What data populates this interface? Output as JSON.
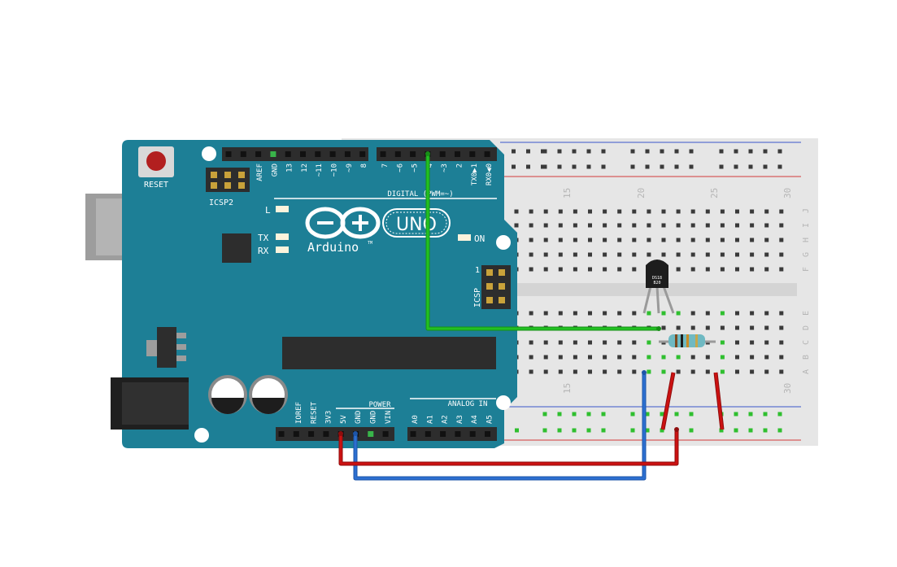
{
  "arduino": {
    "reset_label": "RESET",
    "icsp2_label": "ICSP2",
    "icsp_label": "ICSP",
    "icsp_pin1": "1",
    "logo_word": "Arduino",
    "tm": "TM",
    "uno_label": "UNO",
    "led_labels": {
      "l": "L",
      "tx": "TX",
      "rx": "RX",
      "on": "ON"
    },
    "digital_label": "DIGITAL (PWM=~)",
    "digital_pins_left": [
      "AREF",
      "GND",
      "13",
      "12",
      "~11",
      "~10",
      "~9",
      "8"
    ],
    "digital_pins_right": [
      "7",
      "~6",
      "~5",
      "4",
      "~3",
      "2",
      "TX0▶1",
      "RX0◀0"
    ],
    "power_label": "POWER",
    "power_pins": [
      "IOREF",
      "RESET",
      "3V3",
      "5V",
      "GND",
      "GND",
      "VIN"
    ],
    "analog_label": "ANALOG IN",
    "analog_pins": [
      "A0",
      "A1",
      "A2",
      "A3",
      "A4",
      "A5"
    ]
  },
  "breadboard": {
    "column_numbers_top": [
      "15",
      "20",
      "25",
      "30"
    ],
    "column_numbers_bottom": [
      "15",
      "30"
    ],
    "row_letters_top": [
      "J",
      "I",
      "H",
      "G",
      "F"
    ],
    "row_letters_bottom": [
      "E",
      "D",
      "C",
      "B",
      "A"
    ]
  },
  "sensor": {
    "label_line1": "DS18",
    "label_line2": "B20"
  },
  "colors": {
    "board_blue": "#1d7f96",
    "wire_green": "#22c122",
    "wire_red": "#cc1111",
    "wire_blue": "#2c6fd1",
    "breadboard": "#e6e6e6",
    "rail_red": "#d23b3b",
    "rail_blue": "#3b55c9"
  }
}
